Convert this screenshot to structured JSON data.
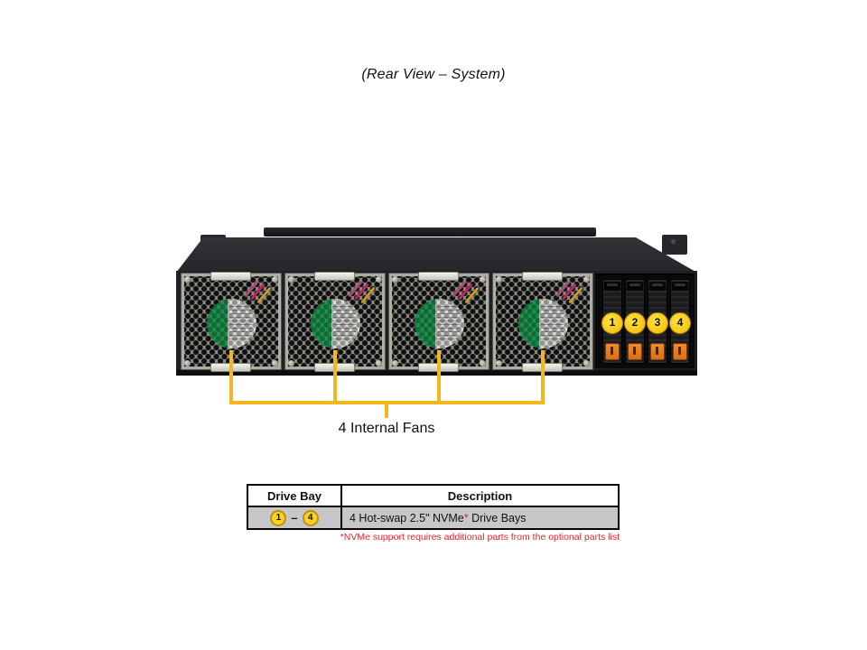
{
  "figure_caption": "(Rear View – System)",
  "fan_callout": {
    "label": "4 Internal Fans",
    "line_color": "#F2B71C",
    "fan_count": 4
  },
  "rear_panel": {
    "drive_bays": {
      "numbers": [
        "1",
        "2",
        "3",
        "4"
      ],
      "number_badge_color": "#FFD21E",
      "latch_color": "#E87A1E"
    },
    "fan_label_green": "#17A050"
  },
  "spec_table": {
    "headers": {
      "bay": "Drive Bay",
      "description": "Description"
    },
    "row": {
      "bay_first": "1",
      "bay_separator": "–",
      "bay_last": "4",
      "description_main": "4 Hot-swap 2.5\" NVMe",
      "description_asterisk": "*",
      "description_tail": " Drive Bays"
    },
    "footnote": "*NVMe support requires additional parts from the optional parts list",
    "footnote_color": "#E4252C"
  }
}
